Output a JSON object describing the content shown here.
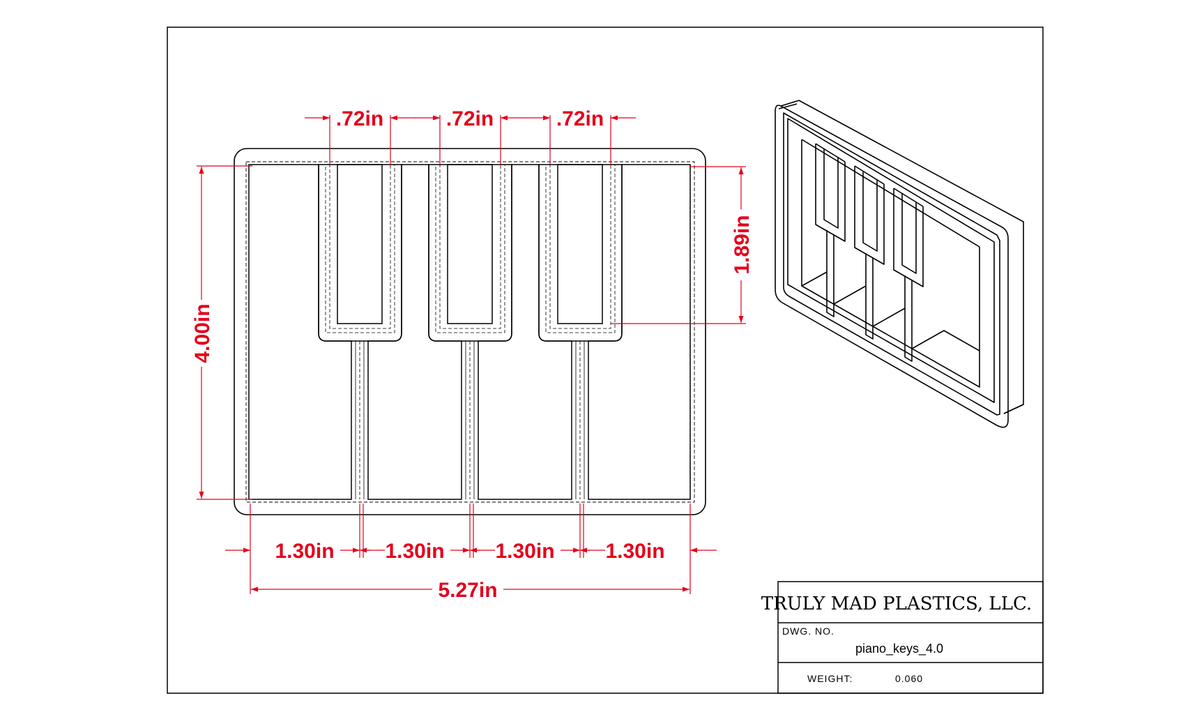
{
  "colors": {
    "dimension": "#e3001b",
    "line": "#000000",
    "paper": "#ffffff"
  },
  "dimensions": {
    "black_key_width": ".72in",
    "black_key_length": "1.89in",
    "overall_height": "4.00in",
    "white_key_width": "1.30in",
    "overall_width": "5.27in"
  },
  "title_block": {
    "company": "TRULY MAD PLASTICS, LLC.",
    "dwg_no_label": "DWG.  NO.",
    "dwg_no_value": "piano_keys_4.0",
    "weight_label": "WEIGHT:",
    "weight_value": "0.060"
  }
}
